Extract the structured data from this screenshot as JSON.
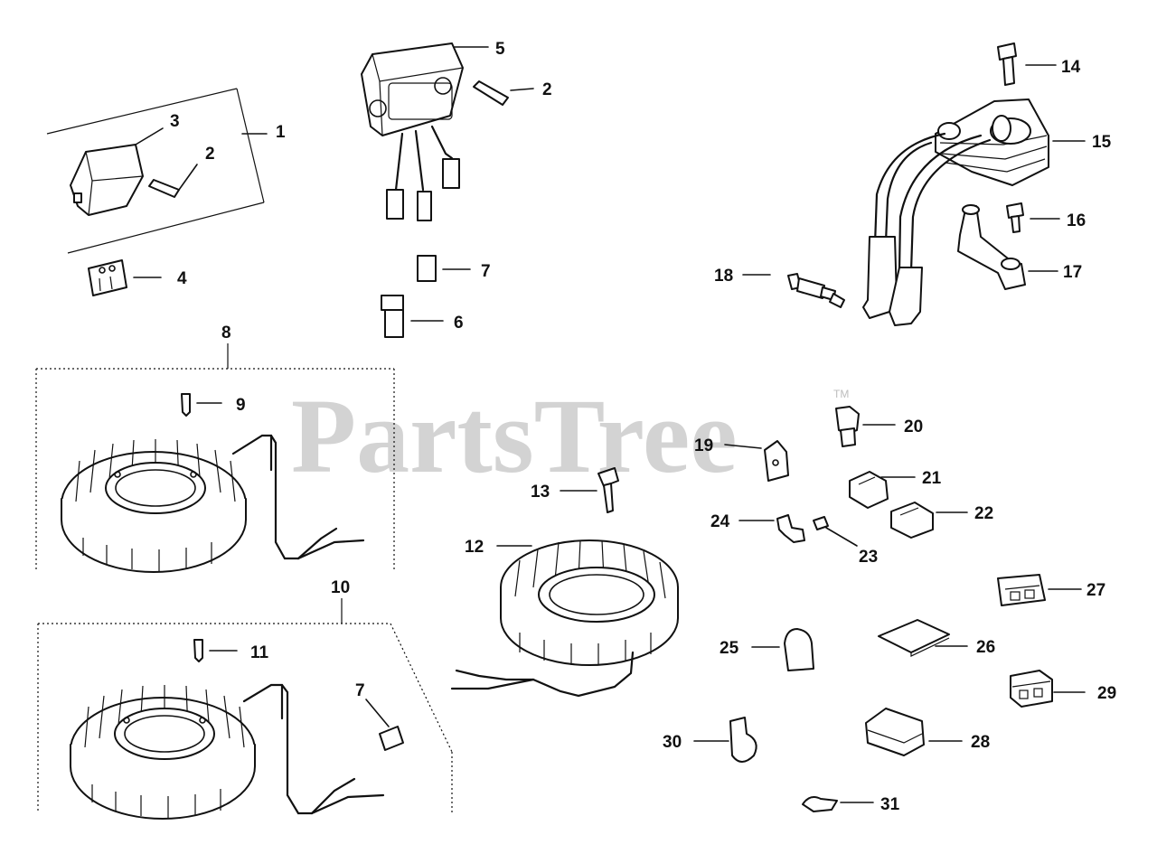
{
  "watermark": {
    "text": "PartsTree",
    "trademark": "TM"
  },
  "callouts": {
    "c1": "1",
    "c2a": "2",
    "c2b": "2",
    "c3": "3",
    "c4": "4",
    "c5": "5",
    "c6": "6",
    "c7a": "7",
    "c7b": "7",
    "c8": "8",
    "c9": "9",
    "c10": "10",
    "c11": "11",
    "c12": "12",
    "c13": "13",
    "c14": "14",
    "c15": "15",
    "c16": "16",
    "c17": "17",
    "c18": "18",
    "c19": "19",
    "c20": "20",
    "c21": "21",
    "c22": "22",
    "c23": "23",
    "c24": "24",
    "c25": "25",
    "c26": "26",
    "c27": "27",
    "c28": "28",
    "c29": "29",
    "c30": "30",
    "c31": "31"
  },
  "colors": {
    "line": "#111111",
    "watermark": "#d3d3d3",
    "background": "#ffffff"
  }
}
